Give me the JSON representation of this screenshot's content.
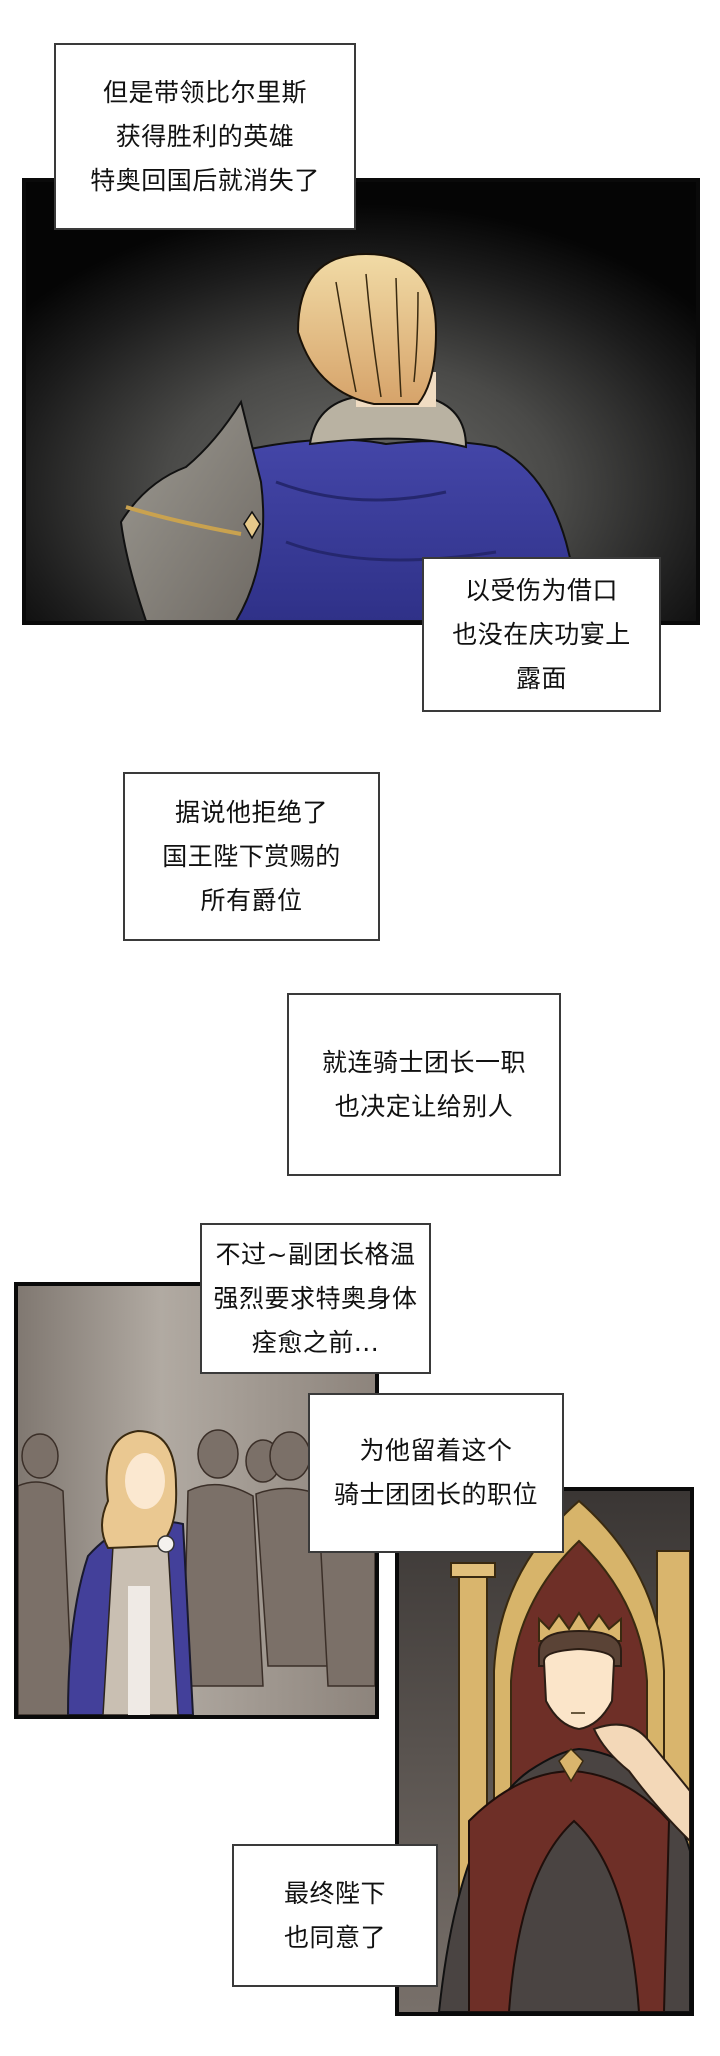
{
  "comic": {
    "panels": [
      {
        "id": "panel-1",
        "scene": "blond knight in blue cape seen from behind against dark background"
      },
      {
        "id": "panel-2",
        "scene": "blond female knight in blue cape among shadowed crowd"
      },
      {
        "id": "panel-3",
        "scene": "crowned king seated on golden throne resting chin on hand"
      }
    ],
    "captions": [
      {
        "lines": [
          "但是带领比尔里斯",
          "获得胜利的英雄",
          "特奥回国后就消失了"
        ]
      },
      {
        "lines": [
          "以受伤为借口",
          "也没在庆功宴上",
          "露面"
        ]
      },
      {
        "lines": [
          "据说他拒绝了",
          "国王陛下赏赐的",
          "所有爵位"
        ]
      },
      {
        "lines": [
          "就连骑士团长一职",
          "也决定让给别人"
        ]
      },
      {
        "lines": [
          "不过~副团长格温",
          "强烈要求特奥身体",
          "痊愈之前..."
        ]
      },
      {
        "lines": [
          "为他留着这个",
          "骑士团团长的职位"
        ]
      },
      {
        "lines": [
          "最终陛下",
          "也同意了"
        ]
      }
    ]
  },
  "colors": {
    "cape_blue": "#3d3f9e",
    "hair_blond": "#e8c98c",
    "throne_gold": "#d7b46a",
    "throne_red": "#6e2f27",
    "panel_border": "#0a0a0a"
  }
}
